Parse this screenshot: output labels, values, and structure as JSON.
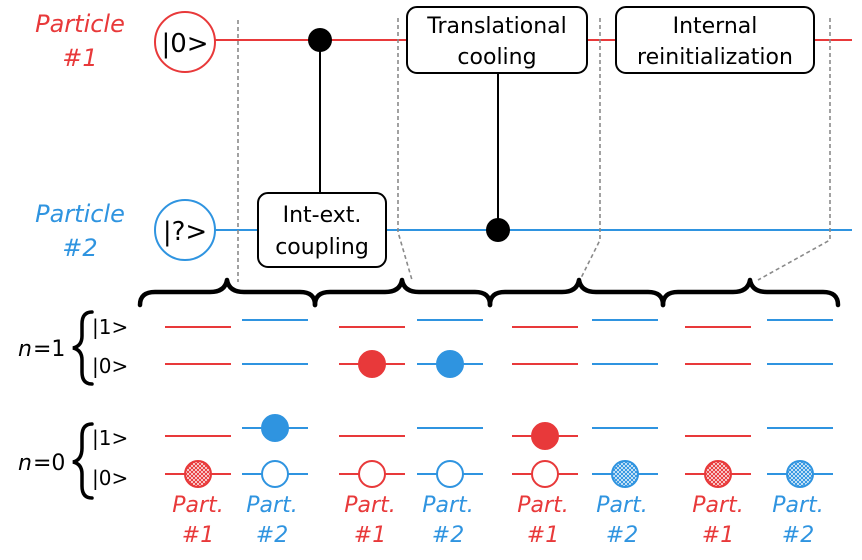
{
  "colors": {
    "red": "#e8393a",
    "blue": "#2f94e0",
    "black": "#000000",
    "dash": "#8a8a8a"
  },
  "particles": {
    "p1": {
      "label_line1": "Particle",
      "label_line2": "#1",
      "state": "|0>"
    },
    "p2": {
      "label_line1": "Particle",
      "label_line2": "#2",
      "state": "|?>"
    }
  },
  "operations": {
    "int_ext": {
      "line1": "Int-ext.",
      "line2": "coupling"
    },
    "trans": {
      "line1": "Translational",
      "line2": "cooling"
    },
    "internal": {
      "line1": "Internal",
      "line2": "reinitialization"
    }
  },
  "levels": {
    "n1": {
      "n_var": "n",
      "n_eq": "=1",
      "up": "|1>",
      "down": "|0>"
    },
    "n0": {
      "n_var": "n",
      "n_eq": "=0",
      "up": "|1>",
      "down": "|0>"
    }
  },
  "columns": {
    "part1_line1": "Part.",
    "part1_line2": "#1",
    "part2_line1": "Part.",
    "part2_line2": "#2"
  },
  "stages": [
    {
      "p1": {
        "n": 0,
        "level": 0,
        "style": "hatched"
      },
      "p2": {
        "n": 0,
        "level": 1,
        "style": "filled"
      }
    },
    {
      "p1": {
        "n": 1,
        "level": 0,
        "style": "filled"
      },
      "p2": {
        "n": 1,
        "level": 0,
        "style": "filled"
      }
    },
    {
      "p1": {
        "n": 0,
        "level": 1,
        "style": "filled"
      },
      "p2": {
        "n": 0,
        "level": 0,
        "style": "hatched"
      }
    },
    {
      "p1": {
        "n": 0,
        "level": 0,
        "style": "hatched"
      },
      "p2": {
        "n": 0,
        "level": 0,
        "style": "hatched"
      }
    }
  ],
  "empty_markers": [
    {
      "stage": 0,
      "particle": "p2",
      "n": 0,
      "level": 0
    },
    {
      "stage": 1,
      "particle": "p1",
      "n": 0,
      "level": 0
    },
    {
      "stage": 1,
      "particle": "p2",
      "n": 0,
      "level": 0
    },
    {
      "stage": 2,
      "particle": "p1",
      "n": 0,
      "level": 0
    }
  ]
}
